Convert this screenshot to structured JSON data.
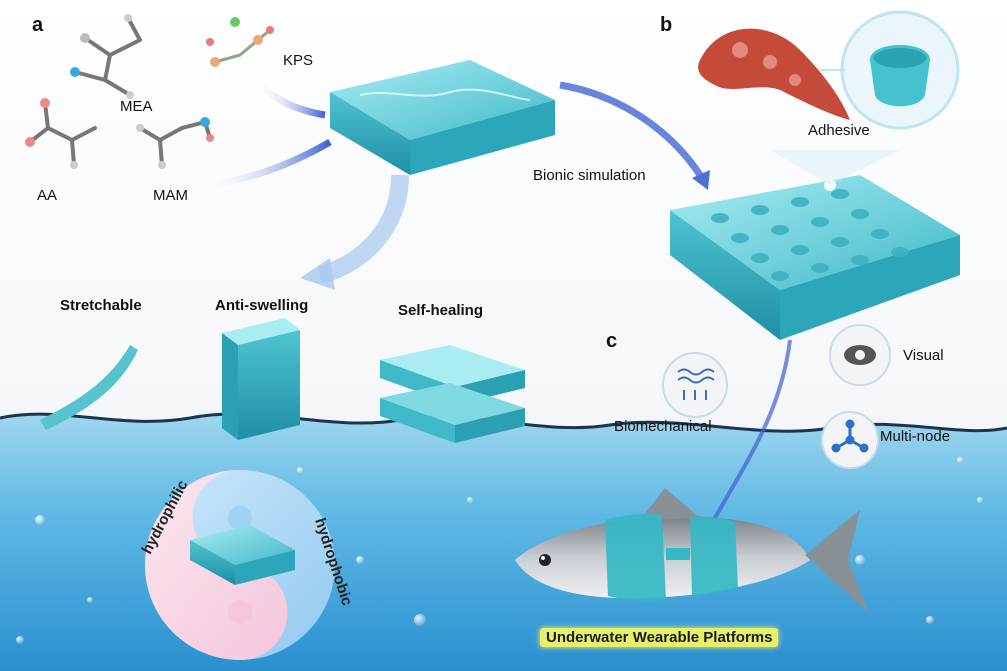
{
  "panels": {
    "a": "a",
    "b": "b",
    "c": "c"
  },
  "molecules": {
    "mea": "MEA",
    "kps": "KPS",
    "aa": "AA",
    "mam": "MAM"
  },
  "bionic": {
    "simulation": "Bionic simulation",
    "adhesive": "Adhesive"
  },
  "properties": {
    "stretchable": "Stretchable",
    "anti_swelling": "Anti-swelling",
    "self_healing": "Self-healing"
  },
  "wetting": {
    "hydrophilic": "hydrophilic",
    "hydrophobic": "hydrophobic"
  },
  "functions": {
    "visual": "Visual",
    "biomechanical": "Biomechanical",
    "multi_node": "Multi-node"
  },
  "platform": "Underwater Wearable Platforms",
  "colors": {
    "hydrogel": "#5cc9d6",
    "water": "#3aa6d8",
    "arrow": "#3f5fcf",
    "highlight": "#e8f06a"
  }
}
